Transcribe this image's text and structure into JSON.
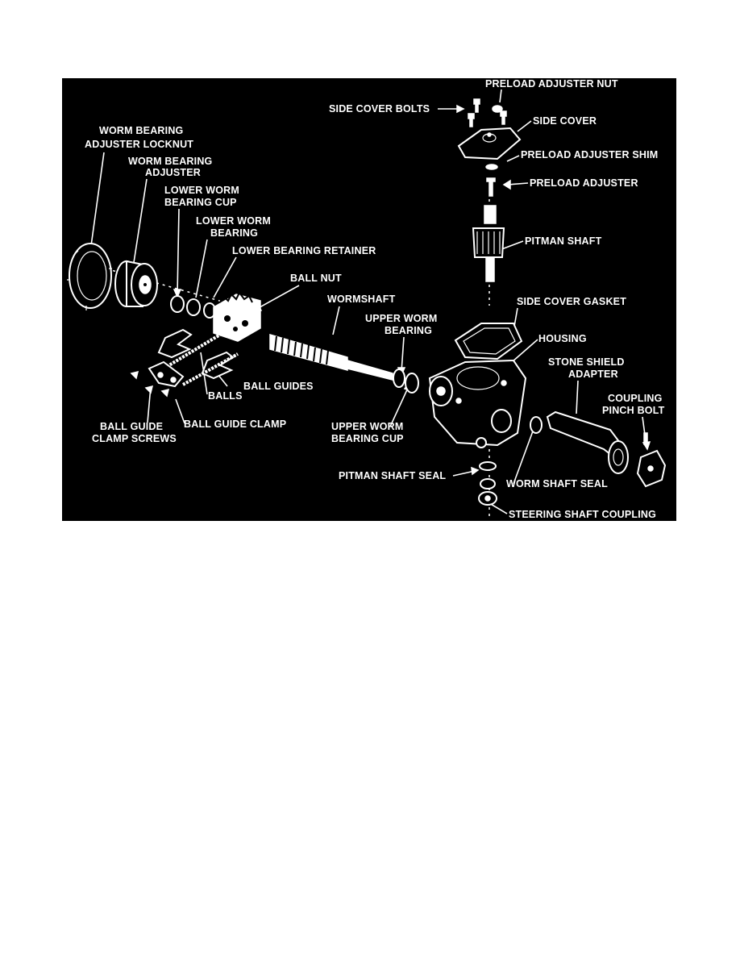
{
  "diagram": {
    "colors": {
      "background": "#000000",
      "foreground": "#ffffff",
      "page": "#ffffff"
    },
    "labels": {
      "preload_adjuster_nut": "PRELOAD ADJUSTER NUT",
      "side_cover_bolts": "SIDE COVER BOLTS",
      "side_cover": "SIDE COVER",
      "preload_adjuster_shim": "PRELOAD ADJUSTER SHIM",
      "preload_adjuster": "PRELOAD ADJUSTER",
      "pitman_shaft": "PITMAN SHAFT",
      "worm_bearing_adjuster_locknut_1": "WORM BEARING",
      "worm_bearing_adjuster_locknut_2": "ADJUSTER LOCKNUT",
      "worm_bearing_adjuster_1": "WORM BEARING",
      "worm_bearing_adjuster_2": "ADJUSTER",
      "lower_worm_bearing_cup_1": "LOWER WORM",
      "lower_worm_bearing_cup_2": "BEARING CUP",
      "lower_worm_bearing_1": "LOWER WORM",
      "lower_worm_bearing_2": "BEARING",
      "lower_bearing_retainer": "LOWER BEARING RETAINER",
      "ball_nut": "BALL NUT",
      "wormshaft": "WORMSHAFT",
      "upper_worm_bearing_1": "UPPER WORM",
      "upper_worm_bearing_2": "BEARING",
      "side_cover_gasket": "SIDE COVER GASKET",
      "housing": "HOUSING",
      "stone_shield_adapter_1": "STONE SHIELD",
      "stone_shield_adapter_2": "ADAPTER",
      "coupling_pinch_bolt_1": "COUPLING",
      "coupling_pinch_bolt_2": "PINCH BOLT",
      "ball_guides": "BALL GUIDES",
      "balls": "BALLS",
      "ball_guide_clamp": "BALL GUIDE CLAMP",
      "ball_guide_clamp_screws_1": "BALL GUIDE",
      "ball_guide_clamp_screws_2": "CLAMP SCREWS",
      "upper_worm_bearing_cup_1": "UPPER WORM",
      "upper_worm_bearing_cup_2": "BEARING CUP",
      "pitman_shaft_seal": "PITMAN SHAFT SEAL",
      "worm_shaft_seal": "WORM SHAFT SEAL",
      "steering_shaft_coupling": "STEERING SHAFT COUPLING"
    }
  }
}
